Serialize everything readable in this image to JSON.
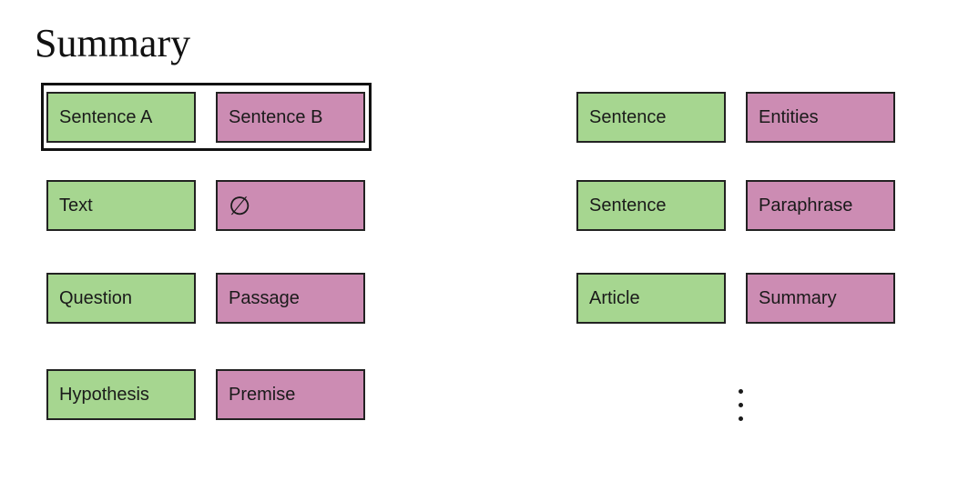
{
  "title": "Summary",
  "colors": {
    "input_a": "#a6d690",
    "input_b": "#cc8cb3",
    "border": "#222222"
  },
  "left_pairs": [
    {
      "a": "Sentence A",
      "b": "Sentence B",
      "highlighted": true
    },
    {
      "a": "Text",
      "b": "∅"
    },
    {
      "a": "Question",
      "b": "Passage"
    },
    {
      "a": "Hypothesis",
      "b": "Premise"
    }
  ],
  "right_pairs": [
    {
      "a": "Sentence",
      "b": "Entities"
    },
    {
      "a": "Sentence",
      "b": "Paraphrase"
    },
    {
      "a": "Article",
      "b": "Summary"
    }
  ],
  "ellipsis_icon": "vertical-ellipsis-icon"
}
